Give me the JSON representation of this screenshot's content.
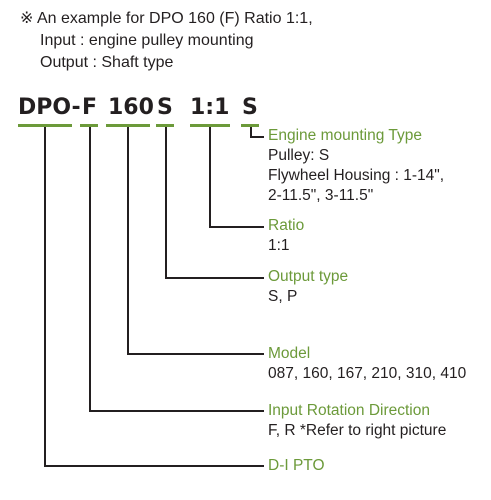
{
  "intro": {
    "line1": "※ An example for DPO 160 (F) Ratio 1:1,",
    "line2": "Input : engine pulley mounting",
    "line3": "Output : Shaft type"
  },
  "code_parts": [
    "DPO-",
    "F",
    "160",
    "S",
    "1:1",
    "S"
  ],
  "labels": [
    {
      "title": "Engine mounting Type",
      "desc": [
        "Pulley: S",
        "Flywheel  Housing : 1-14\",",
        "2-11.5\", 3-11.5\""
      ]
    },
    {
      "title": "Ratio",
      "desc": [
        "1:1"
      ]
    },
    {
      "title": "Output  type",
      "desc": [
        "S, P"
      ]
    },
    {
      "title": "Model",
      "desc": [
        "087, 160, 167, 210, 310, 410"
      ]
    },
    {
      "title": "Input Rotation Direction",
      "desc": [
        "F,  R *Refer to right picture"
      ]
    },
    {
      "title": "D-I PTO",
      "desc": []
    }
  ],
  "colors": {
    "accent": "#6c9a3a",
    "text": "#231f20"
  }
}
